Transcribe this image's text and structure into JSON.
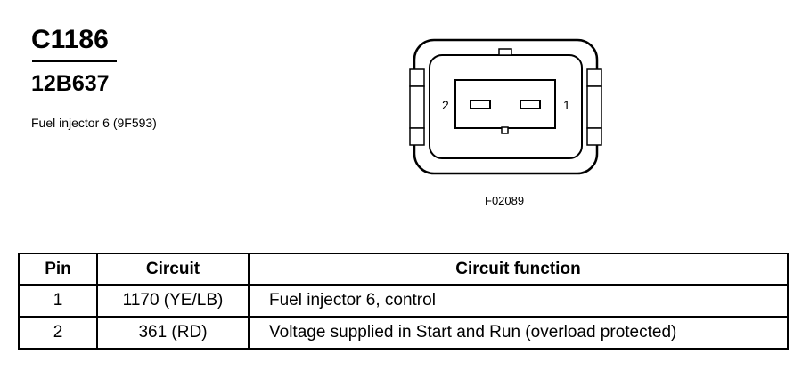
{
  "header": {
    "connector_id": "C1186",
    "part_number": "12B637",
    "description": "Fuel injector 6 (9F593)"
  },
  "diagram": {
    "pin_left_label": "2",
    "pin_right_label": "1",
    "figure_id": "F02089"
  },
  "table": {
    "headers": [
      "Pin",
      "Circuit",
      "Circuit function"
    ],
    "rows": [
      {
        "pin": "1",
        "circuit": "1170 (YE/LB)",
        "function": "Fuel injector 6, control"
      },
      {
        "pin": "2",
        "circuit": "361 (RD)",
        "function": "Voltage supplied in Start and Run (overload protected)"
      }
    ]
  }
}
